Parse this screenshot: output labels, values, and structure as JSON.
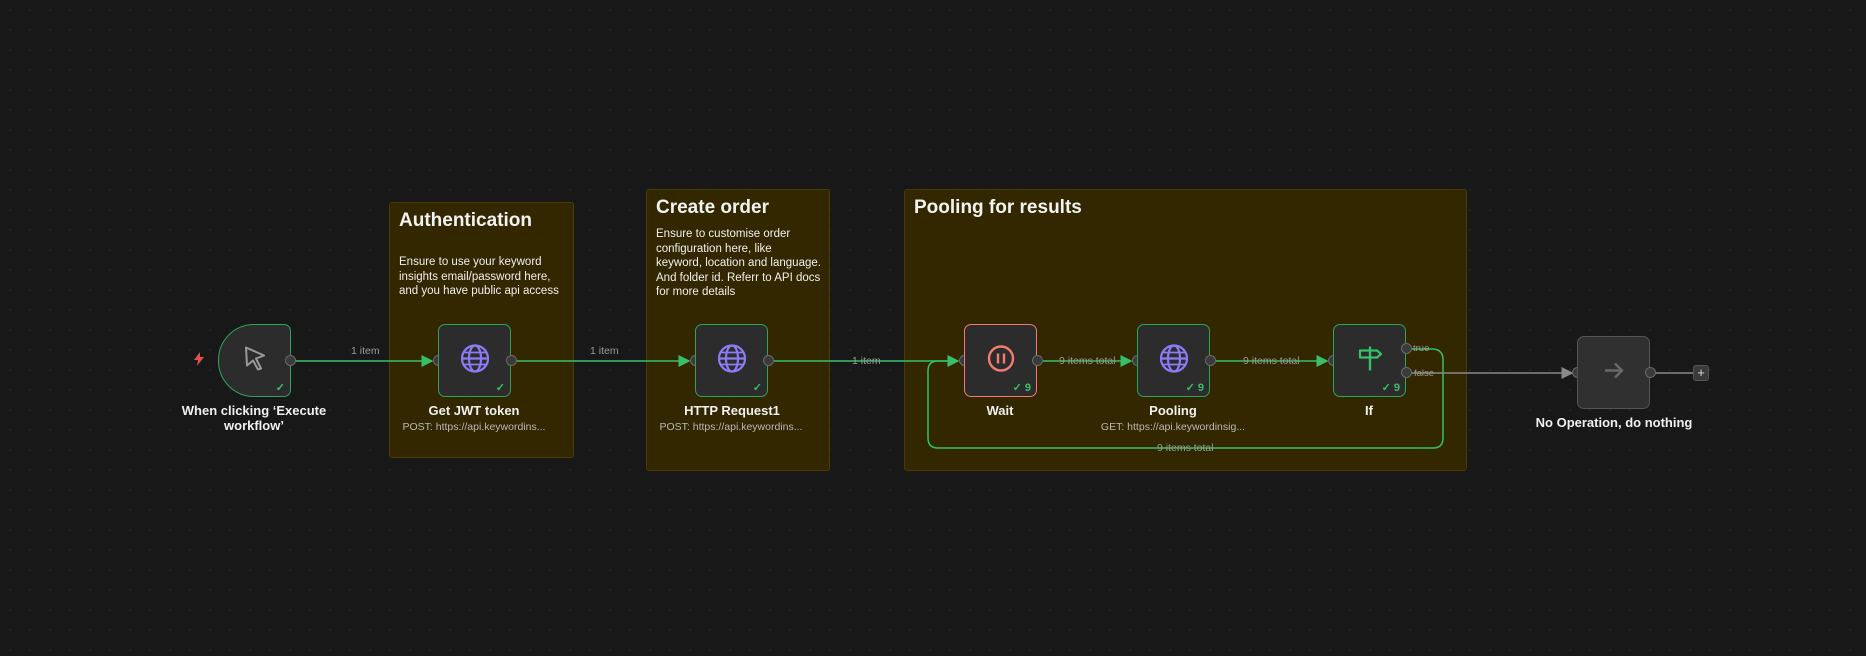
{
  "canvas": {
    "stickies": [
      {
        "title": "Authentication",
        "body": "Ensure to use your keyword\ninsights email/password here,\nand you have public api access"
      },
      {
        "title": "Create order",
        "body": "Ensure to customise order\nconfiguration here, like\nkeyword, location and language.\nAnd folder id. Referr to API docs\nfor more details"
      },
      {
        "title": "Pooling for results",
        "body": ""
      }
    ],
    "nodes": {
      "trigger": {
        "name": "When clicking ‘Execute workflow’",
        "icon": "cursor-icon",
        "status": "✓"
      },
      "jwt": {
        "name": "Get JWT token",
        "subtitle": "POST: https://api.keywordins...",
        "icon": "globe-icon",
        "status": "✓"
      },
      "http": {
        "name": "HTTP Request1",
        "subtitle": "POST: https://api.keywordins...",
        "icon": "globe-icon",
        "status": "✓"
      },
      "wait": {
        "name": "Wait",
        "icon": "pause-icon",
        "status": "✓ 9"
      },
      "pooling": {
        "name": "Pooling",
        "subtitle": "GET: https://api.keywordinsig...",
        "icon": "globe-icon",
        "status": "✓ 9"
      },
      "if": {
        "name": "If",
        "icon": "signpost-icon",
        "status": "✓ 9"
      },
      "noop": {
        "name": "No Operation, do nothing",
        "icon": "arrow-right-icon"
      }
    },
    "edges": {
      "trigger_jwt": "1 item",
      "jwt_http": "1 item",
      "http_wait": "1 item",
      "wait_pooling": "9 items total",
      "pooling_if": "9 items total",
      "if_true": "true",
      "if_false": "false",
      "loop_back": "9 items total"
    },
    "colors": {
      "success": "#37c067",
      "warning": "#f07c73",
      "sticky": "#332700",
      "globe": "#8b7cf6"
    }
  }
}
